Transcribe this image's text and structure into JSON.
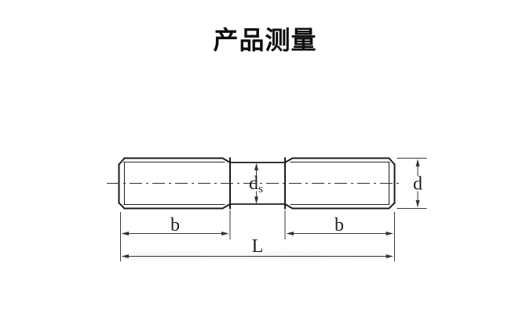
{
  "title": "产品测量",
  "diagram": {
    "name": "double-end-stud-dimension-drawing",
    "labels": {
      "thread_length_left": "b",
      "thread_length_right": "b",
      "shank_diameter_main": "d",
      "shank_diameter_sub": "s",
      "thread_diameter": "d",
      "total_length": "L"
    },
    "colors": {
      "background": "#ffffff",
      "outline": "#1c1c1c",
      "dimension_lines": "#3a3a3a",
      "text": "#1f1f1f"
    }
  }
}
